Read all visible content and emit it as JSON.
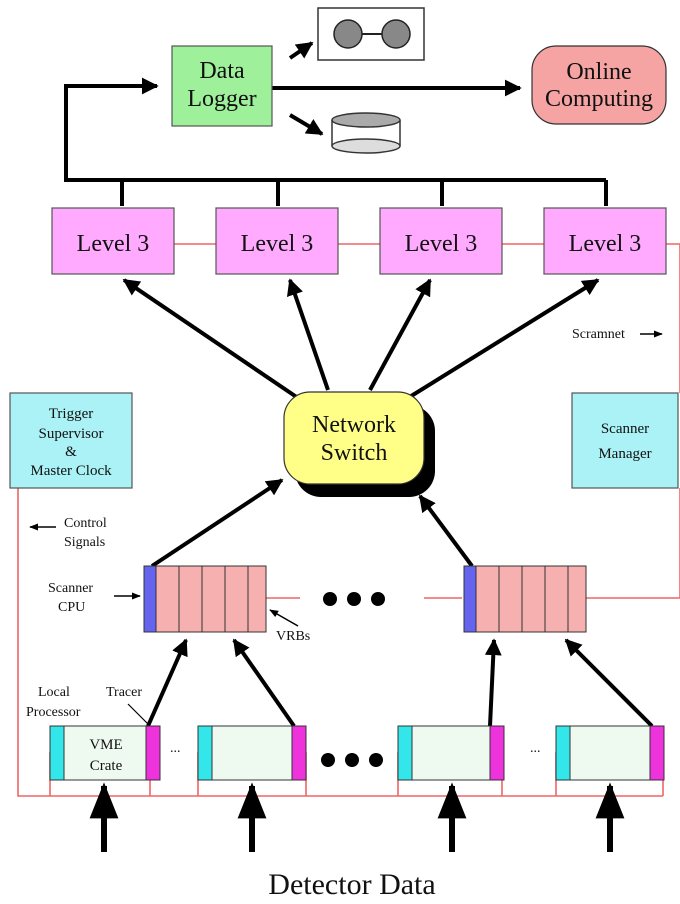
{
  "colors": {
    "logger": "#9ef09a",
    "online": "#f5a3a3",
    "level3": "#ffaaff",
    "switch": "#ffff88",
    "cyanBox": "#aaf2f6",
    "vrb": "#f6b0b0",
    "cpuBlue": "#6464ee",
    "crateLeft": "#33e6ea",
    "crateRight": "#ee33dd",
    "crateBody": "#eefaef",
    "redLine": "#ee6666"
  },
  "data_logger": {
    "line1": "Data",
    "line2": "Logger"
  },
  "online": {
    "line1": "Online",
    "line2": "Computing"
  },
  "level3": [
    {
      "label": "Level 3"
    },
    {
      "label": "Level 3"
    },
    {
      "label": "Level 3"
    },
    {
      "label": "Level 3"
    }
  ],
  "scramnet": "Scramnet",
  "trigger": {
    "line1": "Trigger",
    "line2": "Supervisor",
    "line3": "&",
    "line4": "Master Clock"
  },
  "scanner_manager": {
    "line1": "Scanner",
    "line2": "Manager"
  },
  "network_switch": {
    "line1": "Network",
    "line2": "Switch"
  },
  "control": {
    "line1": "Control",
    "line2": "Signals"
  },
  "scanner_cpu": {
    "line1": "Scanner",
    "line2": "CPU"
  },
  "vrbs": "VRBs",
  "local_processor": {
    "line1": "Local",
    "line2": "Processor"
  },
  "tracer": "Tracer",
  "vme": {
    "line1": "VME",
    "line2": "Crate"
  },
  "ellipsis_small": "...",
  "footer": "Detector Data"
}
